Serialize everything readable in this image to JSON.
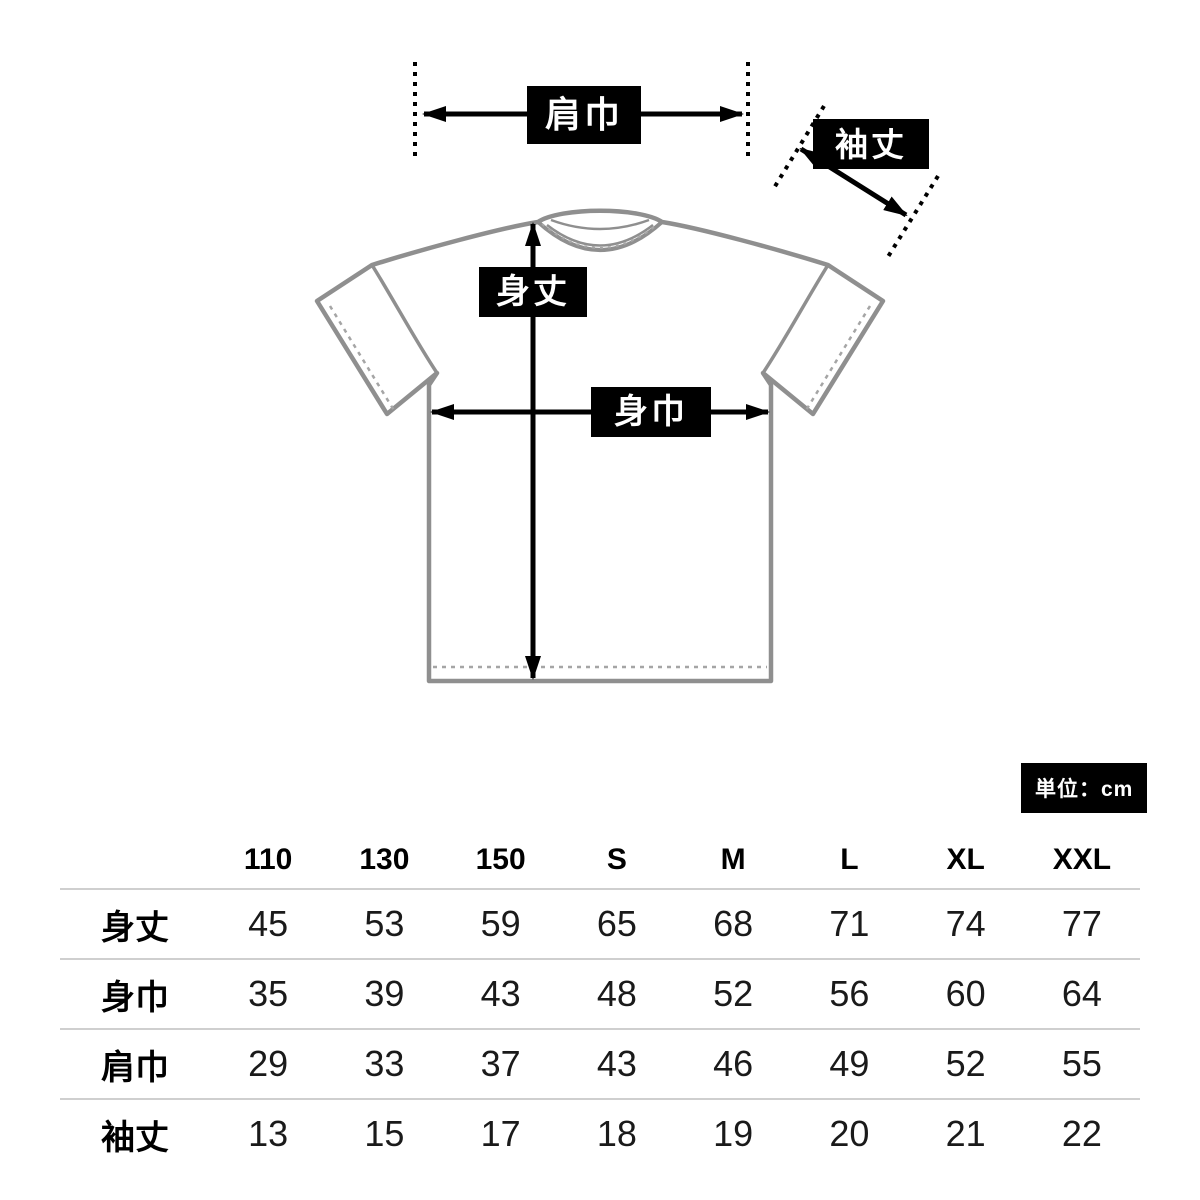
{
  "diagram": {
    "labels": {
      "shoulder_width": "肩巾",
      "sleeve_length": "袖丈",
      "body_length": "身丈",
      "body_width": "身巾"
    }
  },
  "unit_badge": "単位：cm",
  "size_table": {
    "sizes": [
      "110",
      "130",
      "150",
      "S",
      "M",
      "L",
      "XL",
      "XXL"
    ],
    "rows": [
      {
        "label": "身丈",
        "values": [
          "45",
          "53",
          "59",
          "65",
          "68",
          "71",
          "74",
          "77"
        ]
      },
      {
        "label": "身巾",
        "values": [
          "35",
          "39",
          "43",
          "48",
          "52",
          "56",
          "60",
          "64"
        ]
      },
      {
        "label": "肩巾",
        "values": [
          "29",
          "33",
          "37",
          "43",
          "46",
          "49",
          "52",
          "55"
        ]
      },
      {
        "label": "袖丈",
        "values": [
          "13",
          "15",
          "17",
          "18",
          "19",
          "20",
          "21",
          "22"
        ]
      }
    ]
  },
  "colors": {
    "label_background": "#000000",
    "label_text": "#ffffff",
    "tee_outline": "#8f8f8f",
    "measure_line": "#000000",
    "table_rule": "#cfcfcf"
  }
}
